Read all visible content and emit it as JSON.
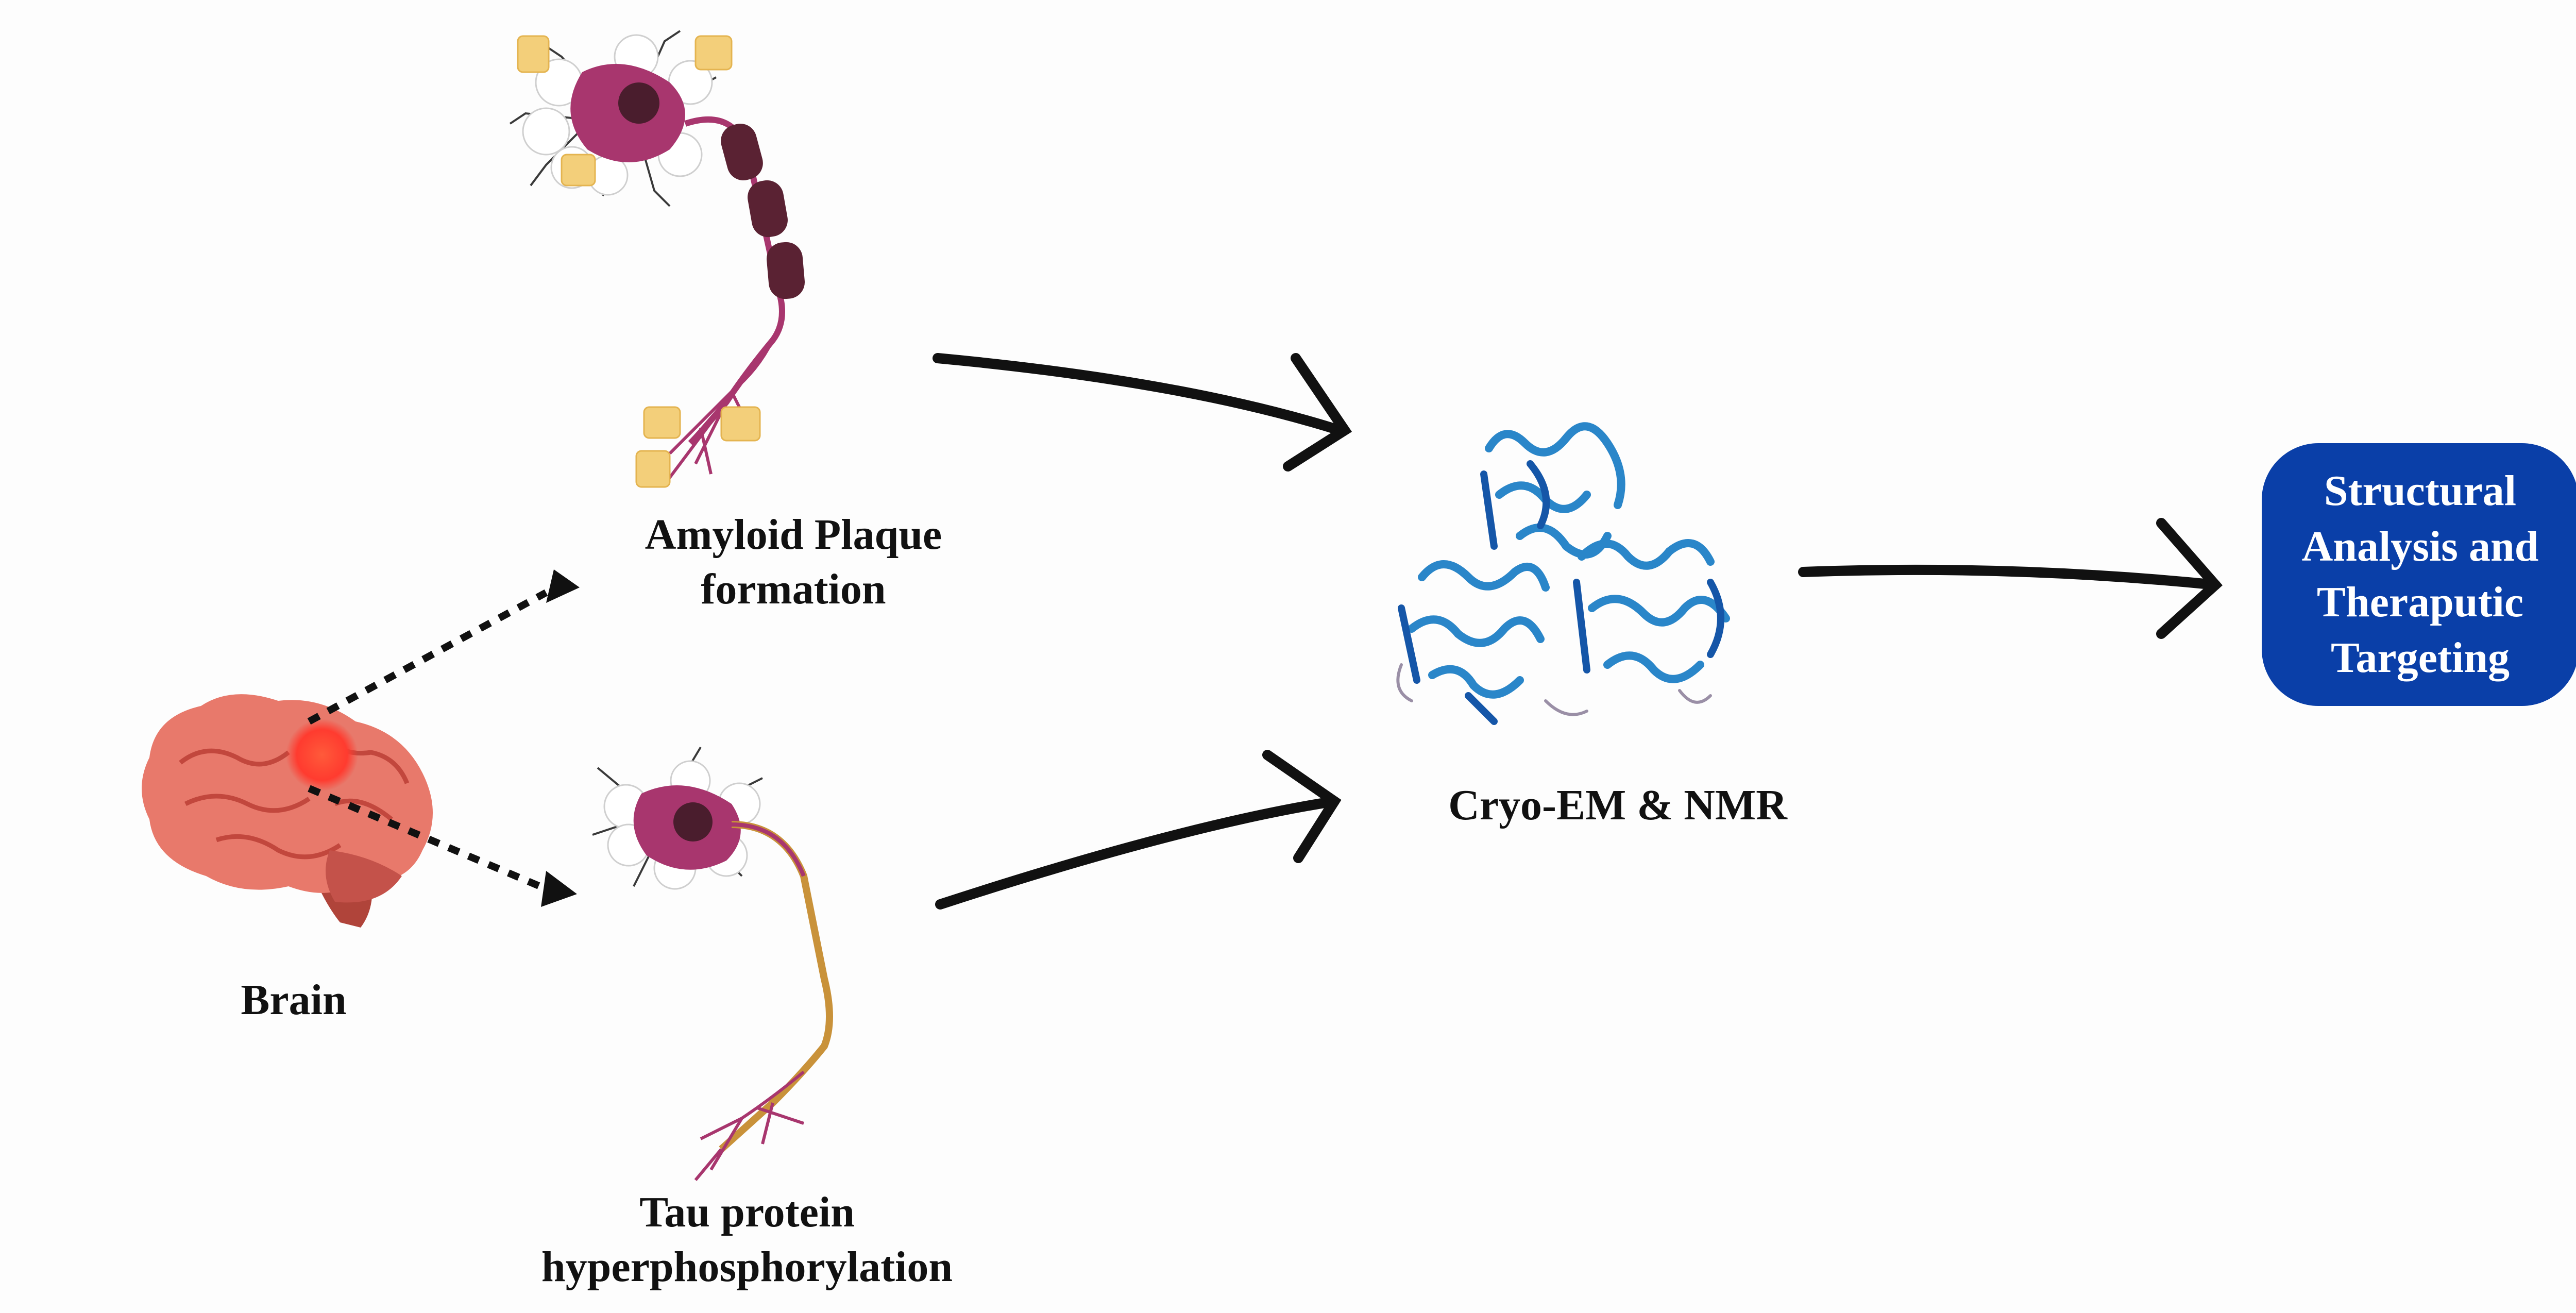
{
  "nodes": {
    "brain": {
      "label": "Brain",
      "icon": "brain-icon"
    },
    "amyloid": {
      "line1": "Amyloid Plaque",
      "line2": "formation",
      "icon": "neuron-amyloid-icon"
    },
    "tau": {
      "line1": "Tau protein",
      "line2": "hyperphosphorylation",
      "icon": "neuron-tau-icon"
    },
    "cryo": {
      "label": "Cryo-EM & NMR",
      "icon": "protein-structure-icon"
    },
    "final": {
      "line1": "Structural",
      "line2": "Analysis and",
      "line3": "Theraputic",
      "line4": "Targeting"
    }
  },
  "edges": [
    {
      "from": "brain",
      "to": "amyloid",
      "style": "dotted"
    },
    {
      "from": "brain",
      "to": "tau",
      "style": "dotted"
    },
    {
      "from": "amyloid",
      "to": "cryo",
      "style": "solid"
    },
    {
      "from": "tau",
      "to": "cryo",
      "style": "solid"
    },
    {
      "from": "cryo",
      "to": "final",
      "style": "solid"
    }
  ],
  "colors": {
    "final_box": "#0a3fa8",
    "final_text": "#ffffff",
    "neuron_body": "#a8366e",
    "myelin": "#5a2233",
    "amyloid_plaque": "#f3cf7a",
    "brain": "#e8796b",
    "brain_hotspot": "#ff3b2f",
    "protein": "#2a86c9",
    "arrow": "#111111"
  }
}
